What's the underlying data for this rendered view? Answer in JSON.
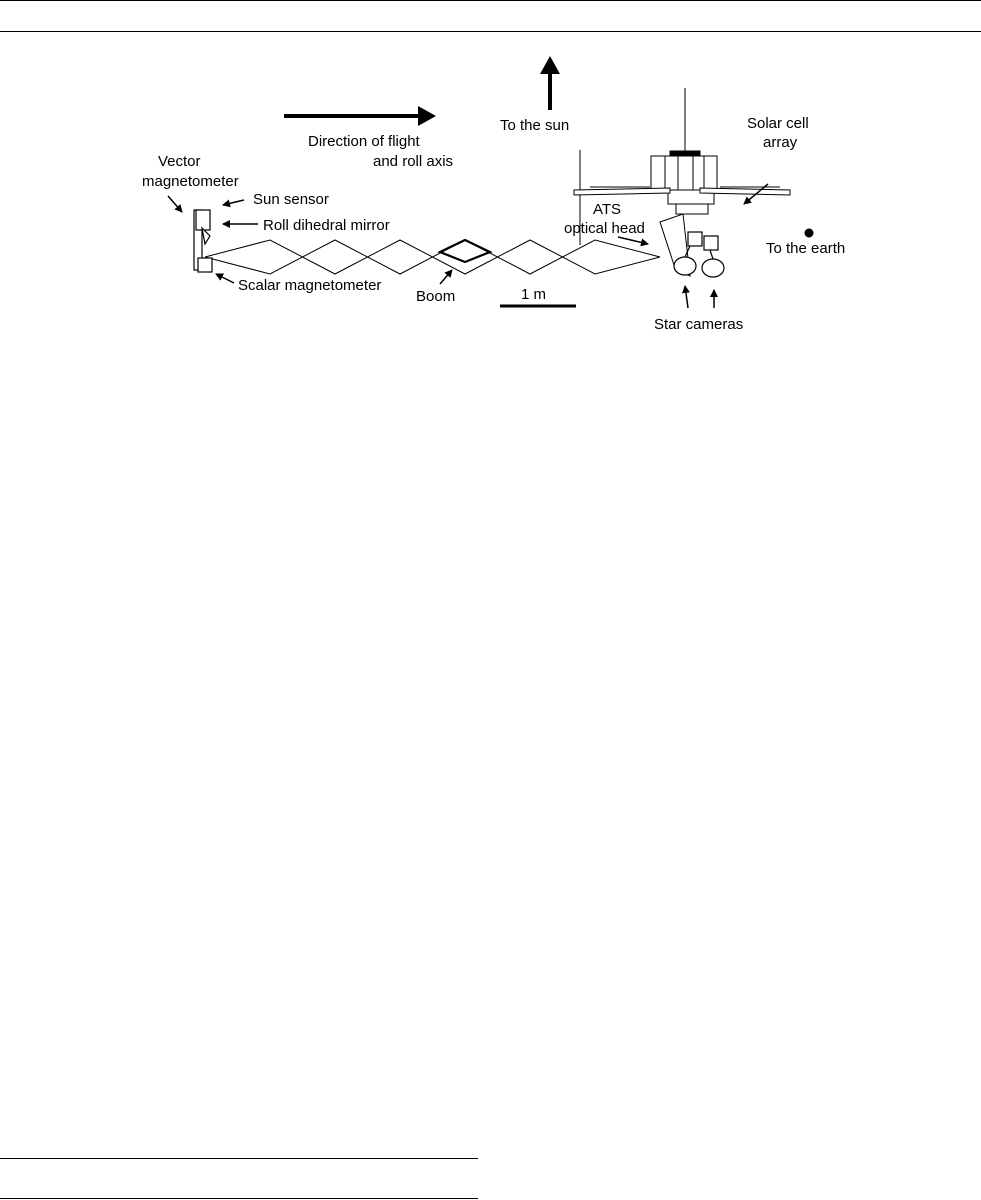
{
  "diagram": {
    "labels": {
      "flight_1": "Direction of flight",
      "flight_2": "and roll axis",
      "to_sun": "To the sun",
      "solar_1": "Solar cell",
      "solar_2": "array",
      "vector_1": "Vector",
      "vector_2": "magnetometer",
      "sun_sensor": "Sun sensor",
      "roll_mirror": "Roll dihedral mirror",
      "ats_1": "ATS",
      "ats_2": "optical head",
      "to_earth": "To the earth",
      "scalar_mag": "Scalar magnetometer",
      "boom": "Boom",
      "scale": "1 m",
      "star_cameras": "Star cameras"
    }
  }
}
